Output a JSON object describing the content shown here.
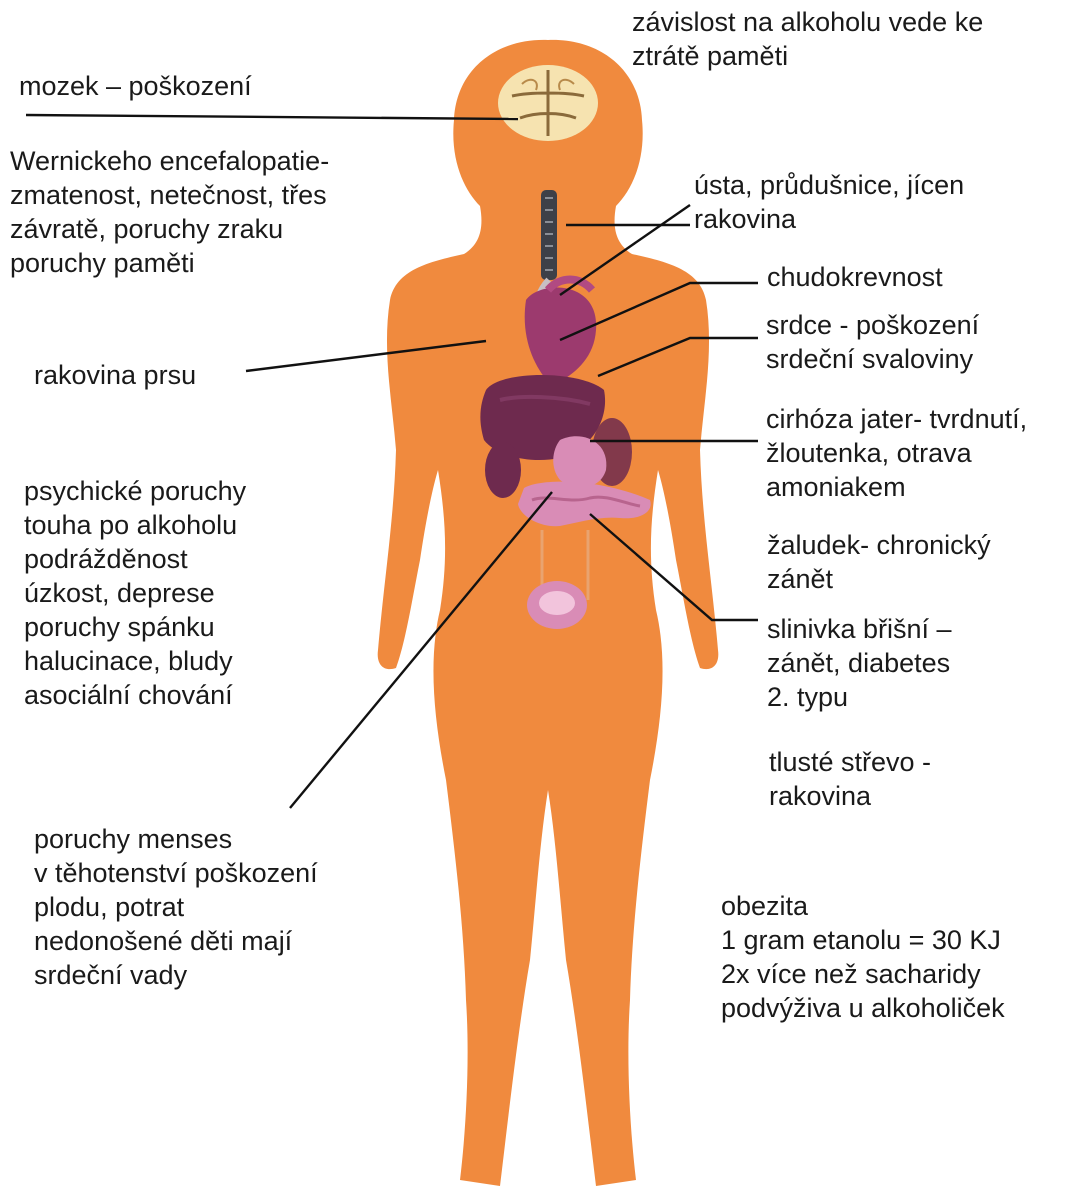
{
  "colors": {
    "body": "#f08a3e",
    "organ_dark": "#6e2a4e",
    "organ_mid": "#9c3a6e",
    "organ_light": "#d98cb6",
    "brain": "#f6e3b0",
    "line": "#111111"
  },
  "labels": {
    "dependence": "závislost na alkoholu vede ke\nztrátě paměti",
    "brain": "mozek – poškození",
    "wernicke": "Wernickeho encefalopatie-\nzmatenost, netečnost, třes\nzávratě, poruchy zraku\nporuchy paměti",
    "mouth": "ústa, průdušnice, jícen\nrakovina",
    "anemia": "chudokrevnost",
    "heart": "srdce - poškození\nsrdeční svaloviny",
    "breast": "rakovina prsu",
    "liver": "cirhóza jater- tvrdnutí,\nžloutenka, otrava\namoniakem",
    "psych": "psychické poruchy\ntouha po alkoholu\npodrážděnost\núzkost, deprese\nporuchy spánku\nhalucinace, bludy\nasociální chování",
    "stomach": "žaludek- chronický\nzánět",
    "pancreas": "slinivka břišní –\nzánět, diabetes\n2. typu",
    "colon": "tlusté střevo -\nrakovina",
    "menses": "poruchy menses\nv těhotenství poškození\nplodu, potrat\nnedonošené děti mají\nsrdeční vady",
    "obesity": "obezita\n1 gram etanolu = 30 KJ\n2x více než sacharidy\npodvýživa u alkoholiček"
  },
  "icons": {
    "figure": "female-body-silhouette-icon",
    "brain": "brain-icon",
    "trachea": "trachea-icon",
    "heart": "heart-icon",
    "liver": "liver-icon",
    "stomach": "stomach-icon",
    "intestine": "intestine-icon",
    "bladder": "bladder-icon"
  }
}
